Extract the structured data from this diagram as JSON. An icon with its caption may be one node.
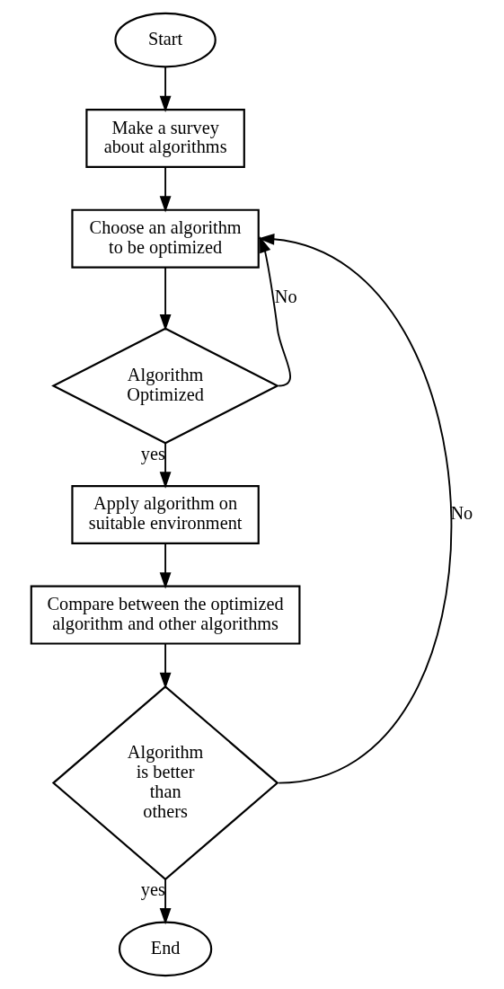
{
  "diagram": {
    "nodes": [
      {
        "text": [
          "Start"
        ]
      },
      {
        "text": [
          "Make a survey about algorithms"
        ]
      },
      {
        "text": [
          "Choose an algorithm to be optimized"
        ]
      },
      {
        "text": [
          "Algorithm Optimized"
        ]
      },
      {
        "text": [
          "Apply algorithm on suitable environment"
        ]
      },
      {
        "text": [
          "Compare between the optimized algorithm and other algorithms"
        ]
      },
      {
        "text": [
          "Algorithm is better than others"
        ]
      },
      {
        "text": [
          "End"
        ]
      }
    ],
    "edges": [
      {
        "from": 0,
        "to": 1,
        "arrow": "to"
      },
      {
        "from": 1,
        "to": 2,
        "arrow": "to"
      },
      {
        "from": 2,
        "to": 3,
        "arrow": "to"
      },
      {
        "from": 3,
        "to": 2,
        "arrow": "to",
        "label": "No"
      },
      {
        "from": 3,
        "to": 4,
        "arrow": "to",
        "label": "yes"
      },
      {
        "from": 4,
        "to": 5,
        "arrow": "to"
      },
      {
        "from": 5,
        "to": 6,
        "arrow": "to"
      },
      {
        "from": 6,
        "to": 2,
        "arrow": "to",
        "label": "No"
      },
      {
        "from": 6,
        "to": 7,
        "arrow": "to",
        "label": "yes"
      }
    ]
  }
}
